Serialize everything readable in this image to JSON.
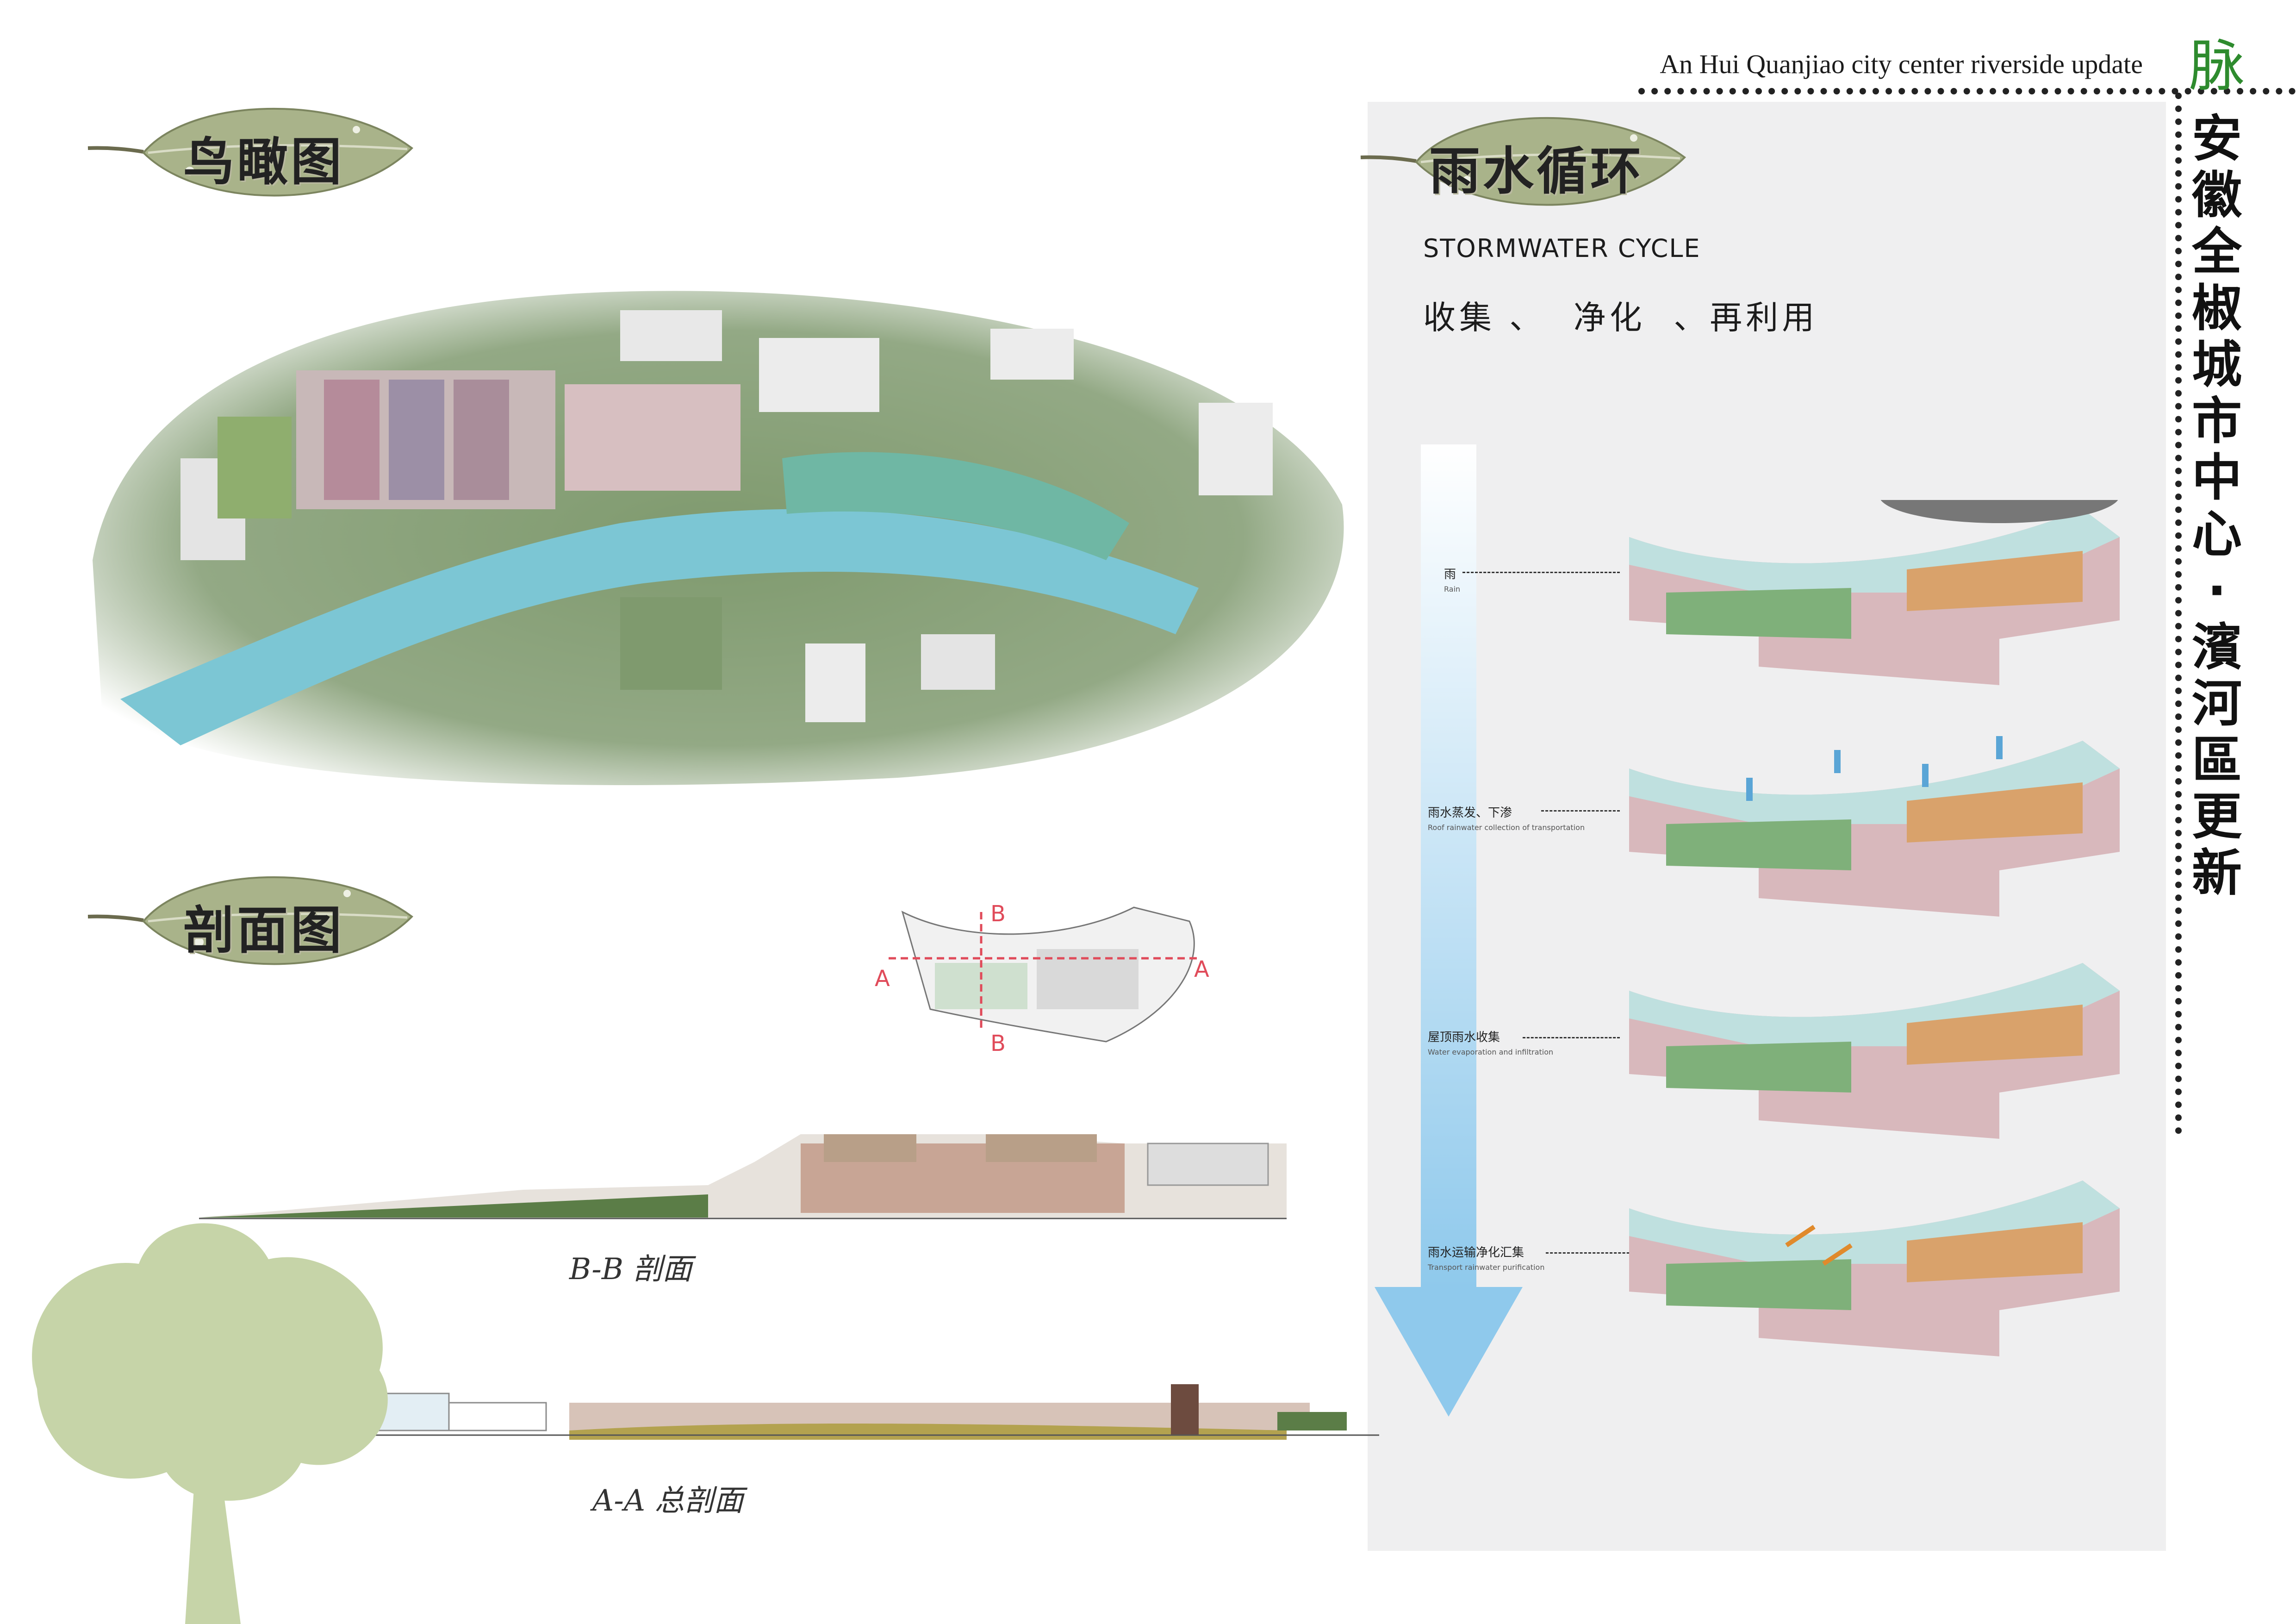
{
  "header": {
    "project_title_en": "An Hui Quanjiao  city center riverside update",
    "brand_char": "脉",
    "vertical_title": [
      "安",
      "徽",
      "全",
      "椒",
      "城",
      "市",
      "中",
      "心",
      "·",
      "濱",
      "河",
      "區",
      "更",
      "新"
    ]
  },
  "aerial_section": {
    "title": "鸟瞰图"
  },
  "section_views": {
    "title": "剖面图",
    "keymap": {
      "marker_a": "A",
      "marker_b": "B"
    },
    "bb_label": "B-B 剖面",
    "aa_label": "A-A 总剖面"
  },
  "stormwater": {
    "title": "雨水循环",
    "subtitle_en": "STORMWATER CYCLE",
    "subtitle_cn": "收集 、  净化  、再利用",
    "stages": [
      {
        "cn": "雨",
        "en": "Rain"
      },
      {
        "cn": "雨水蒸发、下渗",
        "en": "Roof rainwater collection of transportation"
      },
      {
        "cn": "屋顶雨水收集",
        "en": "Water evaporation and infiltration"
      },
      {
        "cn": "雨水运输净化汇集",
        "en": "Transport rainwater purification"
      }
    ]
  },
  "colors": {
    "river": "#7cc6d4",
    "panel_gray": "#efeff0",
    "leaf_green": "#a9b38a",
    "accent_red": "#e04b5a",
    "brand_green": "#2e8b2e",
    "tree_green": "#c6d4a8"
  }
}
